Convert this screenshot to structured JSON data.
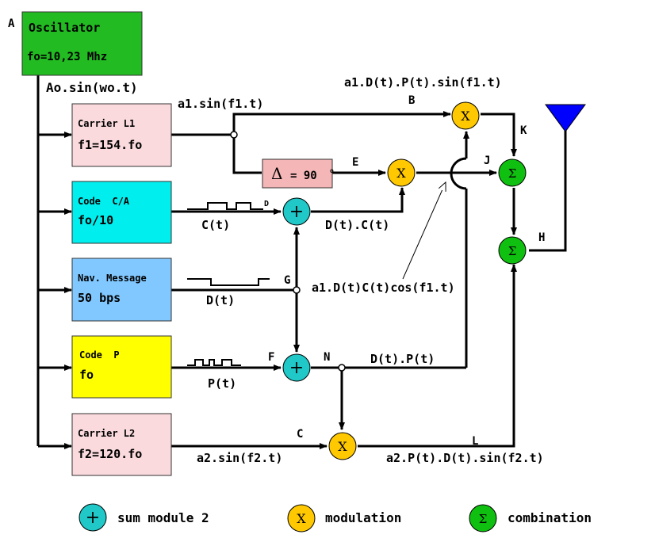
{
  "point_labels": {
    "A": "A",
    "B": "B",
    "C": "C",
    "D": "D",
    "E": "E",
    "F": "F",
    "G": "G",
    "H": "H",
    "J": "J",
    "K": "K",
    "L": "L",
    "N": "N"
  },
  "blocks": {
    "oscillator": {
      "line1": "Oscillator",
      "line2": "fo=10,23 Mhz",
      "color": "#22bb22"
    },
    "carrier_l1": {
      "line1": "Carrier L1",
      "line2": "f1=154.fo",
      "color": "#fadadd"
    },
    "code_ca": {
      "line1": "Code  C/A",
      "line2": "fo/10",
      "color": "#00eeee"
    },
    "nav_message": {
      "line1": "Nav. Message",
      "line2": "50 bps",
      "color": "#80c8ff"
    },
    "code_p": {
      "line1": "Code  P",
      "line2": "fo",
      "color": "#ffff00"
    },
    "carrier_l2": {
      "line1": "Carrier L2",
      "line2": "f2=120.fo",
      "color": "#fadadd"
    },
    "phase_shift": {
      "delta": "Δ",
      "text": "= 90",
      "degree": "o",
      "color": "#f4b6b6"
    }
  },
  "signals": {
    "osc_out": "Ao.sin(wo.t)",
    "l1": "a1.sin(f1.t)",
    "ct": "C(t)",
    "dt": "D(t)",
    "pt": "P(t)",
    "l2": "a2.sin(f2.t)",
    "dc": "D(t).C(t)",
    "dp": "D(t).P(t)",
    "top": "a1.D(t).P(t).sin(f1.t)",
    "cos": "a1.D(t)C(t)cos(f1.t)",
    "bottom": "a2.P(t).D(t).sin(f2.t)"
  },
  "symbols": {
    "sum": "+",
    "mod": "X",
    "comb": "Σ"
  },
  "legend": {
    "sum": "sum module 2",
    "mod": "modulation",
    "comb": "combination"
  },
  "colors": {
    "sum_node": "#20c8c8",
    "mod_node": "#ffc800",
    "comb_node": "#10c010",
    "antenna": "#0000ff"
  }
}
